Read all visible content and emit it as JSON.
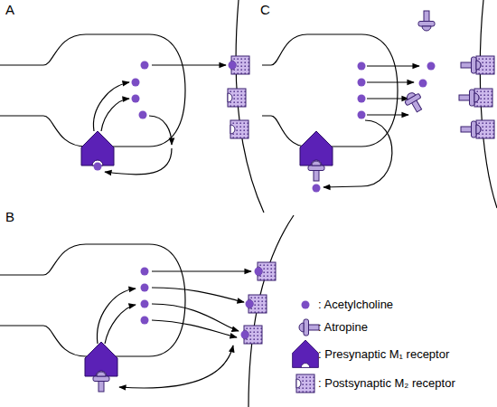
{
  "diagram": {
    "labels": [
      "A",
      "B",
      "C"
    ],
    "legend": [
      {
        "text": ": Acetylcholine"
      },
      {
        "text": ": Atropine"
      },
      {
        "text": ": Presynaptic M₁ receptor"
      },
      {
        "text": ": Postsynaptic M₂ receptor"
      }
    ]
  }
}
